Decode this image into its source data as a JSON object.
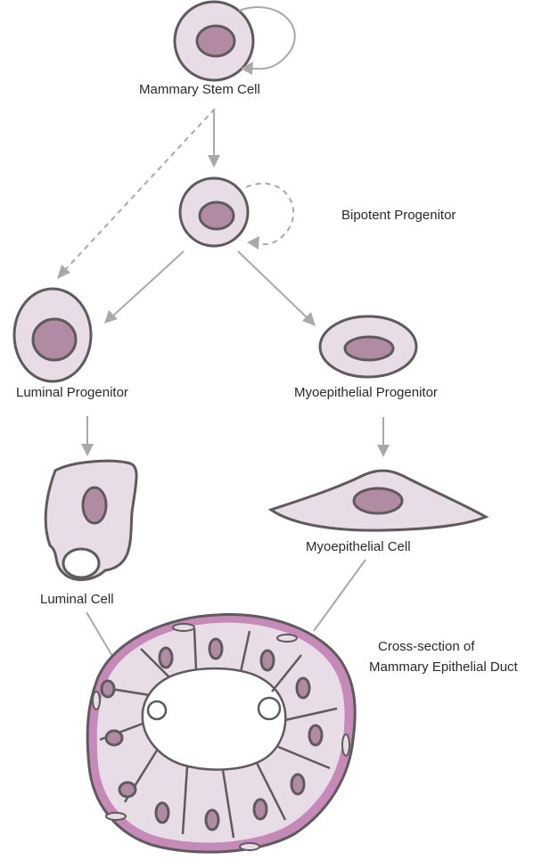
{
  "labels": {
    "stem": "Mammary Stem Cell",
    "bipotent": "Bipotent Progenitor",
    "luminal_progenitor": "Luminal Progenitor",
    "myo_progenitor": "Myoepithelial Progenitor",
    "myo_cell": "Myoepithelial Cell",
    "luminal_cell": "Luminal Cell",
    "duct_line1": "Cross-section of",
    "duct_line2": "Mammary Epithelial Duct"
  },
  "colors": {
    "cytoplasm": "#e8dde6",
    "nucleus": "#b08ba3",
    "outline": "#5e5a5e",
    "arrow": "#a9a9a9",
    "basement": "#c58ab8"
  }
}
